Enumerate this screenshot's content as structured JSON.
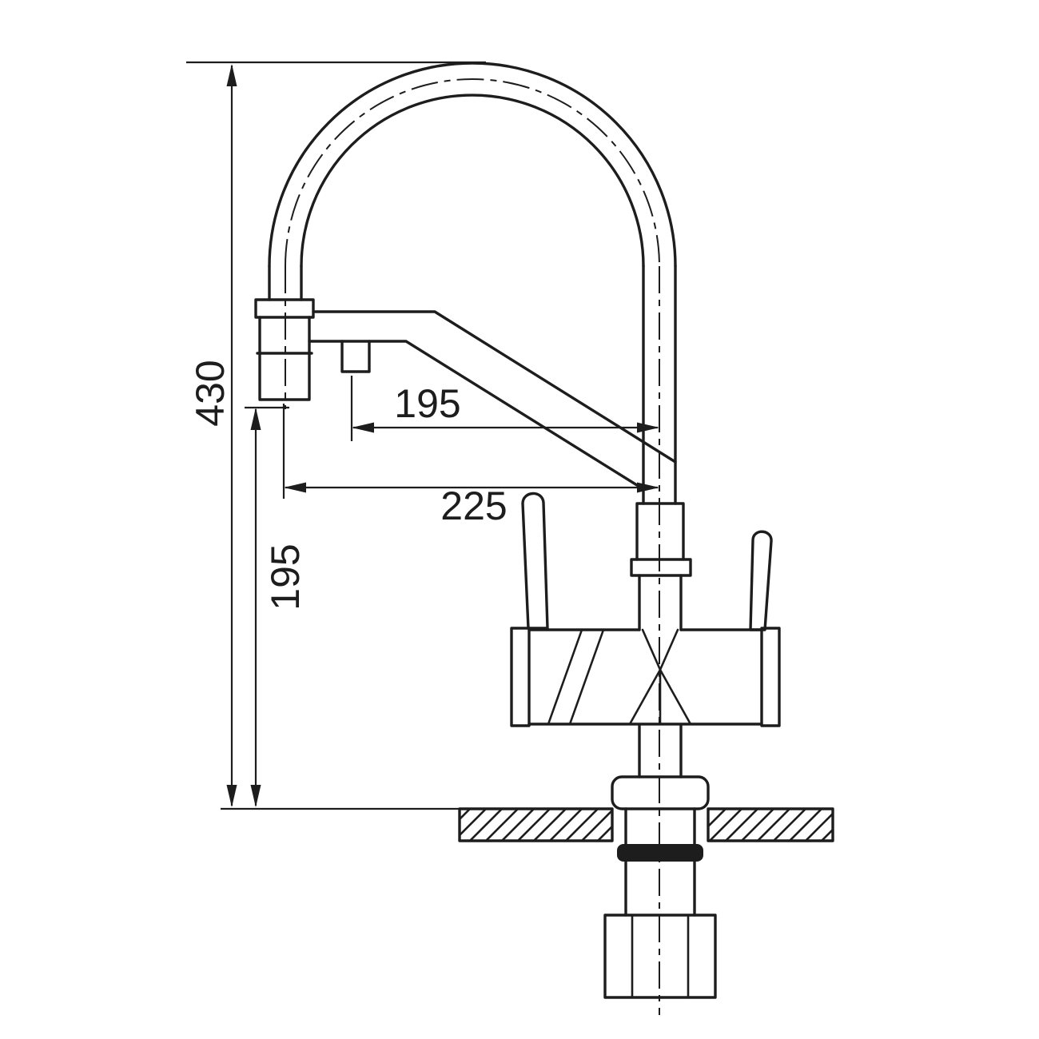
{
  "page": {
    "background": "#ffffff",
    "line_color": "#1d1d1d"
  },
  "drawing": {
    "dimensions": {
      "overall_height": {
        "value": "430",
        "orientation": "vertical"
      },
      "base_height": {
        "value": "195",
        "orientation": "vertical"
      },
      "spout_reach": {
        "value": "195",
        "orientation": "horizontal"
      },
      "overall_reach": {
        "value": "225",
        "orientation": "horizontal"
      }
    }
  }
}
